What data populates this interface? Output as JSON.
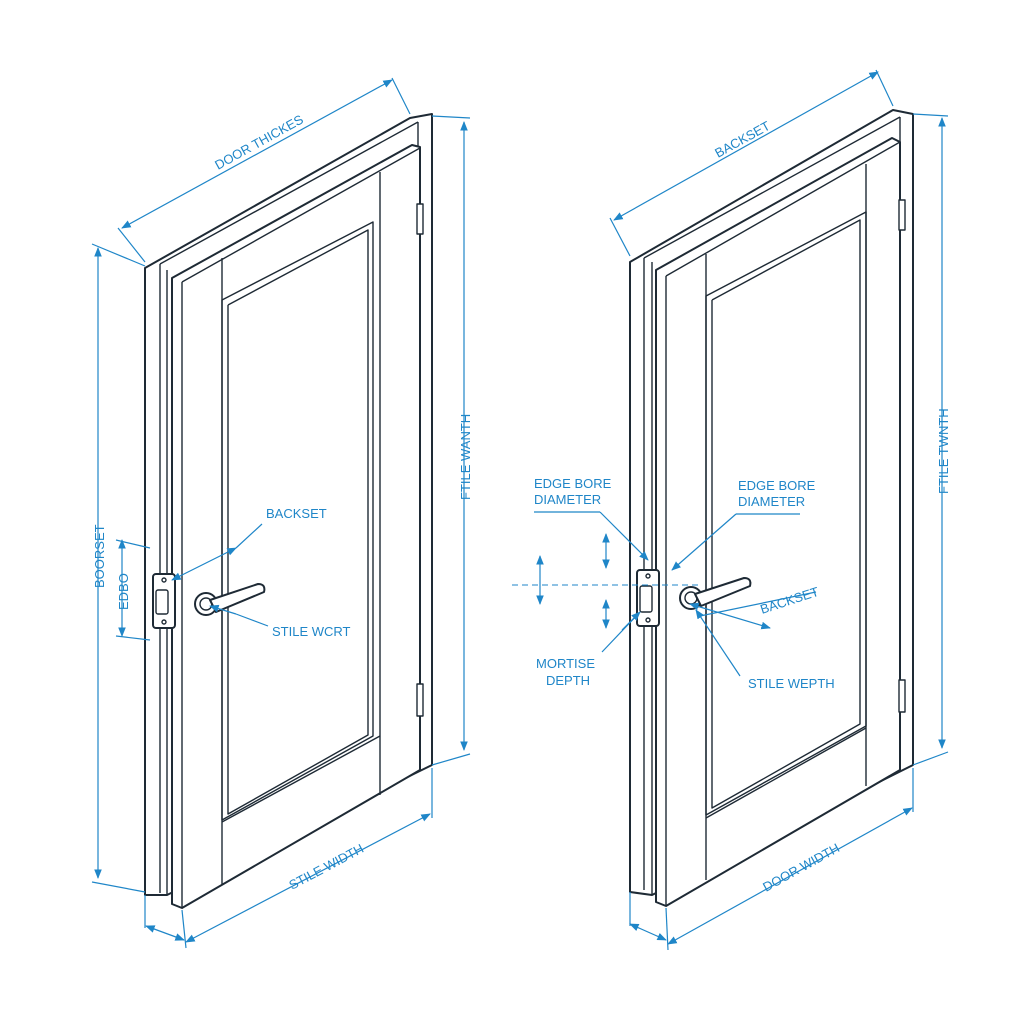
{
  "labels": {
    "left_door_thickness": "DOOR THICKES",
    "left_height": "BOORSET",
    "left_edge": "EDBO",
    "left_backset": "BACKSET",
    "left_stile": "STILE WCRT",
    "left_frame_height": "FTILE WANTH",
    "left_bottom": "STILE WIDTH",
    "right_backset_top": "BACKSET",
    "right_frame_height": "FTILE TWNTH",
    "right_edge_bore_left_1": "EDGE BORE",
    "right_edge_bore_left_2": "DIAMETER",
    "right_edge_bore_right_1": "EDGE BORE",
    "right_edge_bore_right_2": "DIAMETER",
    "right_backset": "BACKSET",
    "right_mortise_1": "MORTISE",
    "right_mortise_2": "DEPTH",
    "right_stile": "STILE WEPTH",
    "right_bottom": "DOOR WIDTH"
  },
  "colors": {
    "ink": "#1e2a35",
    "dimension": "#1f86c8",
    "background": "#ffffff"
  }
}
